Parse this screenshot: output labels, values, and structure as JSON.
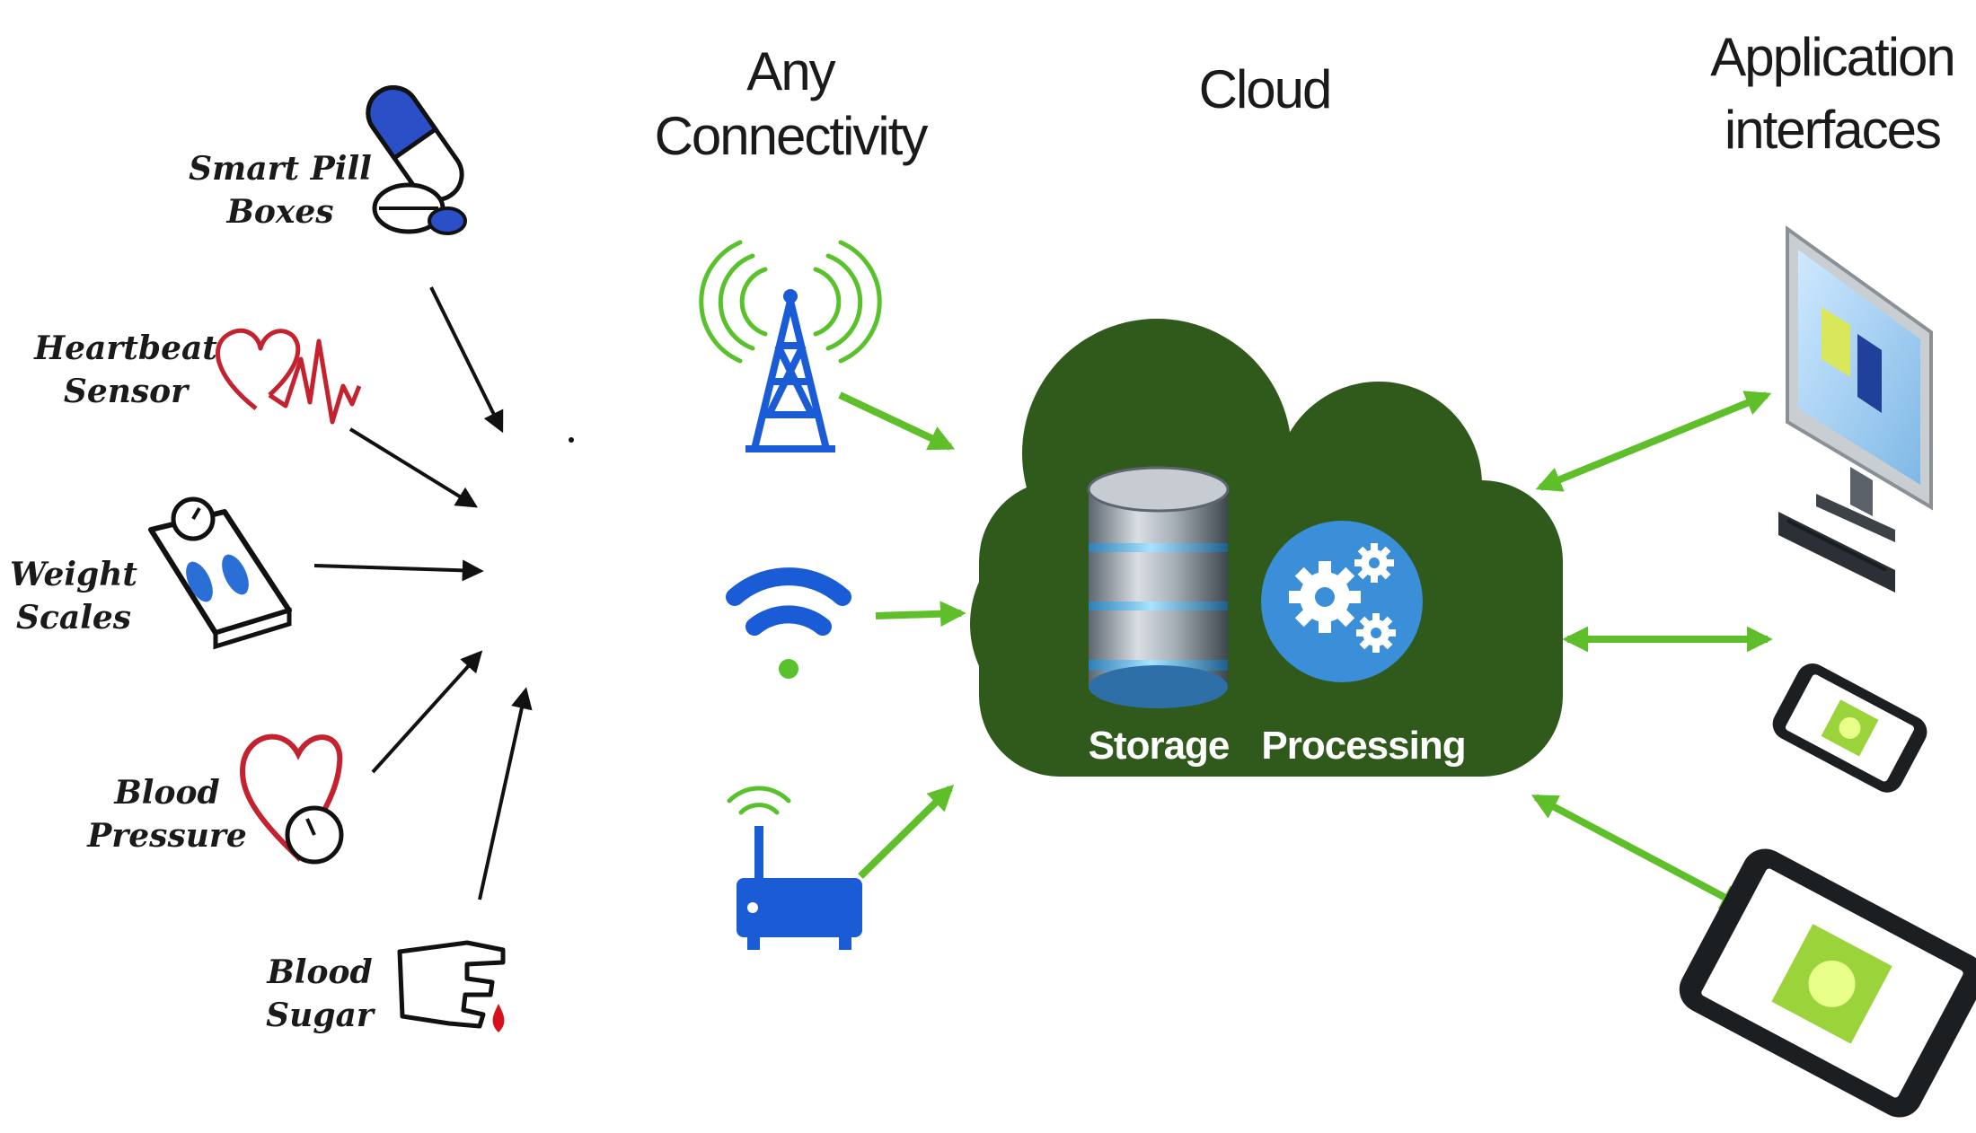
{
  "headers": {
    "connectivity": [
      "Any",
      "Connectivity"
    ],
    "cloud": "Cloud",
    "applications": [
      "Application",
      "interfaces"
    ]
  },
  "devices": {
    "smart_pill_boxes": [
      "Smart Pill",
      "Boxes"
    ],
    "heartbeat_sensor": [
      "Heartbeat",
      "Sensor"
    ],
    "weight_scales": [
      "Weight",
      "Scales"
    ],
    "blood_pressure": [
      "Blood",
      "Pressure"
    ],
    "blood_sugar": [
      "Blood",
      "Sugar"
    ]
  },
  "connectivity_icons": [
    "cell-tower-icon",
    "wifi-icon",
    "router-icon"
  ],
  "cloud": {
    "storage_label": "Storage",
    "processing_label": "Processing"
  },
  "application_icons": [
    "desktop-monitor-icon",
    "smartphone-icon",
    "tablet-icon"
  ],
  "colors": {
    "cloud": "#2f5a1c",
    "green_arrow": "#5fbf2a",
    "connectivity_blue": "#1a5bd6",
    "signal_green": "#59c12c",
    "heart_red": "#c3222e",
    "processing_blue": "#3a8fd8"
  }
}
